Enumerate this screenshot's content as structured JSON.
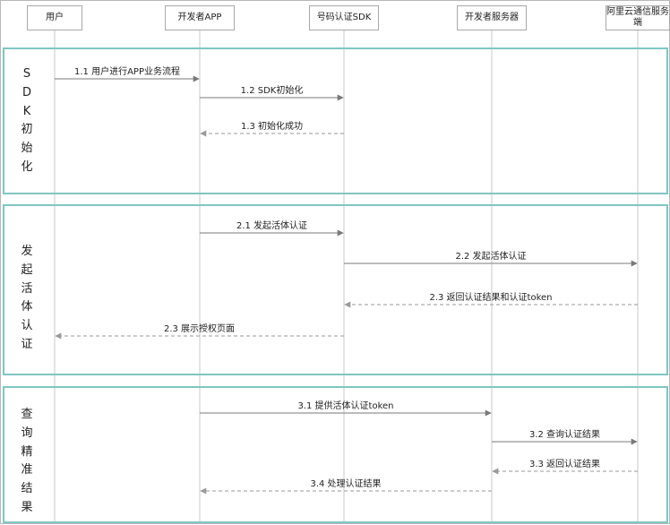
{
  "actors": [
    {
      "id": "user",
      "label": "用户"
    },
    {
      "id": "app",
      "label": "开发者APP"
    },
    {
      "id": "sdk",
      "label": "号码认证SDK"
    },
    {
      "id": "server",
      "label": "开发者服务器"
    },
    {
      "id": "aliyun",
      "label": "阿里云通信服务端"
    }
  ],
  "frames": [
    {
      "title": [
        "S",
        "D",
        "K",
        "初",
        "始",
        "化"
      ]
    },
    {
      "title": [
        "发",
        "起",
        "活",
        "体",
        "认",
        "证"
      ]
    },
    {
      "title": [
        "查",
        "询",
        "精",
        "准",
        "结",
        "果"
      ]
    }
  ],
  "messages": [
    {
      "label": "1.1 用户进行APP业务流程",
      "from": "user",
      "to": "app",
      "dashed": false
    },
    {
      "label": "1.2 SDK初始化",
      "from": "app",
      "to": "sdk",
      "dashed": false
    },
    {
      "label": "1.3 初始化成功",
      "from": "sdk",
      "to": "app",
      "dashed": true
    },
    {
      "label": "2.1 发起活体认证",
      "from": "app",
      "to": "sdk",
      "dashed": false
    },
    {
      "label": "2.2 发起活体认证",
      "from": "sdk",
      "to": "aliyun",
      "dashed": false
    },
    {
      "label": "2.3 返回认证结果和认证token",
      "from": "aliyun",
      "to": "sdk",
      "dashed": true
    },
    {
      "label": "2.3 展示授权页面",
      "from": "sdk",
      "to": "user",
      "dashed": true
    },
    {
      "label": "3.1  提供活体认证token",
      "from": "app",
      "to": "server",
      "dashed": false
    },
    {
      "label": "3.2 查询认证结果",
      "from": "server",
      "to": "aliyun",
      "dashed": false
    },
    {
      "label": "3.3 返回认证结果",
      "from": "aliyun",
      "to": "server",
      "dashed": true
    },
    {
      "label": "3.4 处理认证结果",
      "from": "server",
      "to": "app",
      "dashed": true
    }
  ],
  "colors": {
    "frame_border": "#7fc6c2",
    "lifeline": "#c8c8c8",
    "solid_arrow": "#7a7a7a",
    "dashed_arrow": "#9a9a9a"
  }
}
